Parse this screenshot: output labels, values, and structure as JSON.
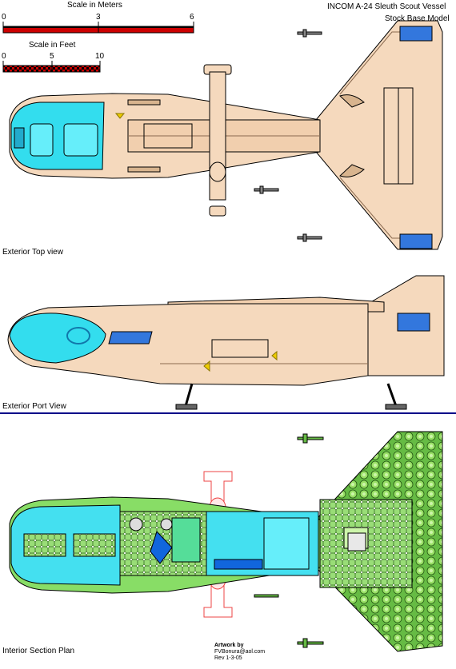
{
  "title": {
    "line1": "INCOM A-24 Sleuth Scout Vessel",
    "line2": "Stock Base Model"
  },
  "scale_meters": {
    "label": "Scale in Meters",
    "ticks": [
      "0",
      "3",
      "6"
    ]
  },
  "scale_feet": {
    "label": "Scale in Feet",
    "ticks": [
      "0",
      "5",
      "10"
    ]
  },
  "views": {
    "top": "Exterior Top view",
    "port": "Exterior Port View",
    "interior": "Interior Section Plan"
  },
  "credits": {
    "line1": "Artwork by",
    "line2": "FVBonura@aol.com",
    "line3": "Rev 1-3-05"
  },
  "colors": {
    "hull": "#f5d9bd",
    "hull_shade": "#d8b48e",
    "canopy": "#33ddee",
    "canopy_dark": "#22aacc",
    "decal": "#3377dd",
    "interior_green": "#88dd66",
    "interior_cyan": "#44e0f0",
    "section_line": "#000088"
  }
}
